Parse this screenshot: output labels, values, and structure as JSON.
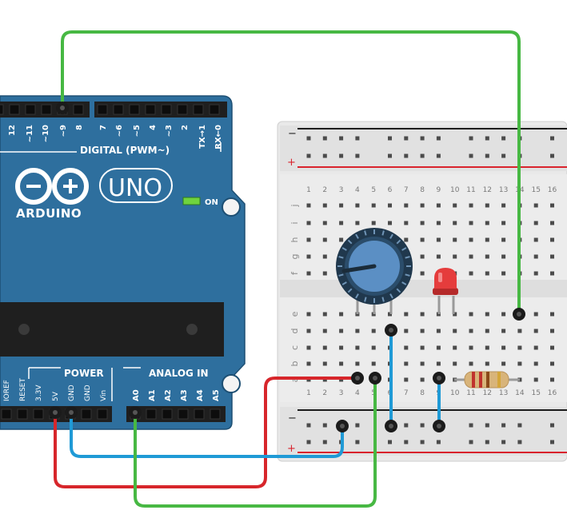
{
  "board": {
    "name": "ARDUINO",
    "model": "UNO",
    "on_label": "ON",
    "digital_header_label": "DIGITAL (PWM~)",
    "power_header_label": "POWER",
    "analog_header_label": "ANALOG IN",
    "digital_pins": [
      "12",
      "~11",
      "~10",
      "~9",
      "8",
      "7",
      "~6",
      "~5",
      "4",
      "~3",
      "2",
      "TX→1",
      "RX←0"
    ],
    "power_pins": [
      "IOREF",
      "RESET",
      "3.3V",
      "5V",
      "GND",
      "GND",
      "Vin"
    ],
    "analog_pins": [
      "A0",
      "A1",
      "A2",
      "A3",
      "A4",
      "A5"
    ]
  },
  "breadboard": {
    "column_numbers": [
      "1",
      "2",
      "3",
      "4",
      "5",
      "6",
      "7",
      "8",
      "9",
      "10",
      "11",
      "12",
      "13",
      "14",
      "15",
      "16"
    ],
    "top_rows": [
      "j",
      "i",
      "h",
      "g",
      "f"
    ],
    "bottom_rows": [
      "e",
      "d",
      "c",
      "b",
      "a"
    ],
    "rail_minus": "−",
    "rail_plus": "+"
  },
  "components": [
    "potentiometer",
    "red-led",
    "resistor"
  ],
  "wires": [
    {
      "name": "digital-9-to-led",
      "color": "#47b843"
    },
    {
      "name": "5v-to-pot",
      "color": "#d7262b"
    },
    {
      "name": "gnd-to-rail",
      "color": "#1f9ad6"
    },
    {
      "name": "a0-to-pot-wiper",
      "color": "#47b843"
    },
    {
      "name": "pot-to-gnd-rail",
      "color": "#1f9ad6"
    },
    {
      "name": "resistor-to-gnd-rail",
      "color": "#1f9ad6"
    }
  ],
  "colors": {
    "board": "#2e6f9e",
    "board_dark": "#1d4f73",
    "breadboard": "#ececec",
    "rail_red": "#d9232d",
    "rail_black": "#1b1b1b",
    "led": "#e53c3c",
    "knob": "#5b8fc4"
  }
}
